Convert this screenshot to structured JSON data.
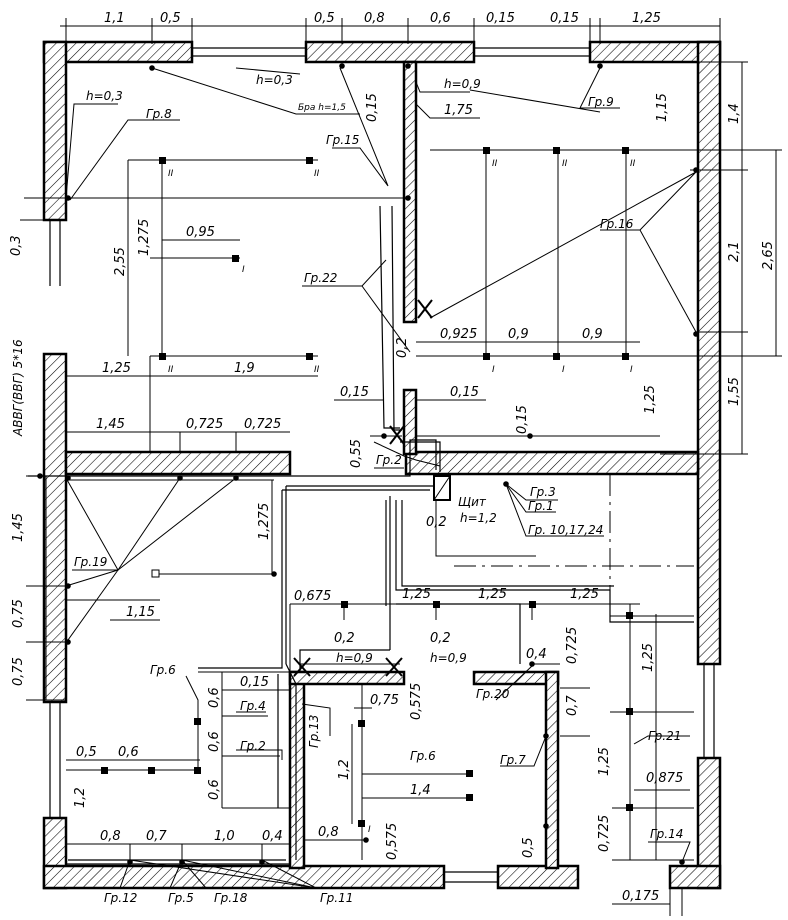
{
  "dims": {
    "top": [
      "1,1",
      "0,5",
      "0,5",
      "0,8",
      "0,6",
      "0,15",
      "0,15",
      "1,25"
    ],
    "right": [
      "1,4",
      "2,1",
      "2,65",
      "1,55"
    ],
    "left": [
      "0,3",
      "1,45",
      "0,75",
      "0,75"
    ],
    "interior": [
      "0,15",
      "1,15",
      "1,75",
      "2,55",
      "1,275",
      "0,95",
      "1,25",
      "1,9",
      "0,2",
      "0,925",
      "0,9",
      "0,9",
      "0,15",
      "0,15",
      "1,25",
      "0,15",
      "0,55",
      "1,45",
      "0,725",
      "0,725",
      "1,275",
      "0,2",
      "1,15",
      "0,675",
      "1,25",
      "1,25",
      "1,25",
      "0,725",
      "0,2",
      "0,2",
      "1,25",
      "0,4",
      "0,15",
      "0,575",
      "0,75",
      "0,6",
      "0,6",
      "0,6",
      "0,7",
      "1,2",
      "1,4",
      "0,5",
      "0,6",
      "1,25",
      "0,875",
      "1,2",
      "0,725",
      "0,5",
      "0,8",
      "0,7",
      "1,0",
      "0,4",
      "0,8",
      "0,575",
      "0,175"
    ]
  },
  "heights": [
    "h=0,3",
    "h=0,3",
    "h=0,9",
    "h=1,2",
    "h=0,9",
    "h=0,9",
    "Бра h=1,5"
  ],
  "groups": [
    "Гр.8",
    "Гр.9",
    "Гр.15",
    "Гр.16",
    "Гр.22",
    "Гр.2",
    "Гр.3",
    "Гр.1",
    "Гр. 10,17,24",
    "Гр.19",
    "Гр.6",
    "Гр.4",
    "Гр.2",
    "Гр.13",
    "Гр.6",
    "Гр.20",
    "Гр.7",
    "Гр.21",
    "Гр.14",
    "Гр.12",
    "Гр.5",
    "Гр.18",
    "Гр.11"
  ],
  "cable": "АВВГ(ВВГ) 5*16",
  "panel": "Щит",
  "symbols": [
    "II",
    "II",
    "II",
    "II",
    "II",
    "I",
    "II",
    "II",
    "I",
    "I",
    "I",
    "I"
  ]
}
